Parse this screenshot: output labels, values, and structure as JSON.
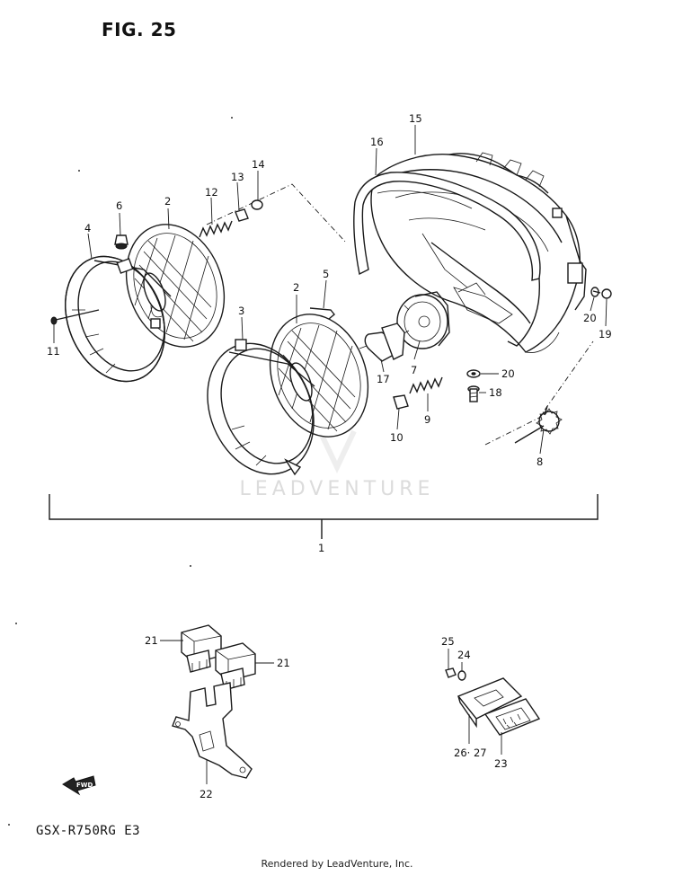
{
  "figure": {
    "title": "FIG. 25"
  },
  "model": {
    "code": "GSX-R750RG  E3"
  },
  "footer": {
    "text": "Rendered by LeadVenture, Inc."
  },
  "watermark": {
    "text": "LEADVENTURE"
  },
  "direction_marker": {
    "label": "FWD",
    "icon": "fwd-arrow-icon"
  },
  "callouts": [
    {
      "id": "c1",
      "label": "1"
    },
    {
      "id": "c2a",
      "label": "2"
    },
    {
      "id": "c2b",
      "label": "2"
    },
    {
      "id": "c3",
      "label": "3"
    },
    {
      "id": "c4",
      "label": "4"
    },
    {
      "id": "c5",
      "label": "5"
    },
    {
      "id": "c6",
      "label": "6"
    },
    {
      "id": "c7",
      "label": "7"
    },
    {
      "id": "c8",
      "label": "8"
    },
    {
      "id": "c9",
      "label": "9"
    },
    {
      "id": "c10",
      "label": "10"
    },
    {
      "id": "c11",
      "label": "11"
    },
    {
      "id": "c12",
      "label": "12"
    },
    {
      "id": "c13",
      "label": "13"
    },
    {
      "id": "c14",
      "label": "14"
    },
    {
      "id": "c15",
      "label": "15"
    },
    {
      "id": "c16",
      "label": "16"
    },
    {
      "id": "c17",
      "label": "17"
    },
    {
      "id": "c18",
      "label": "18"
    },
    {
      "id": "c19",
      "label": "19"
    },
    {
      "id": "c20a",
      "label": "20"
    },
    {
      "id": "c20b",
      "label": "20"
    },
    {
      "id": "c21a",
      "label": "21"
    },
    {
      "id": "c21b",
      "label": "21"
    },
    {
      "id": "c22",
      "label": "22"
    },
    {
      "id": "c23",
      "label": "23"
    },
    {
      "id": "c24",
      "label": "24"
    },
    {
      "id": "c25",
      "label": "25"
    },
    {
      "id": "c2627",
      "label": "26· 27"
    }
  ]
}
